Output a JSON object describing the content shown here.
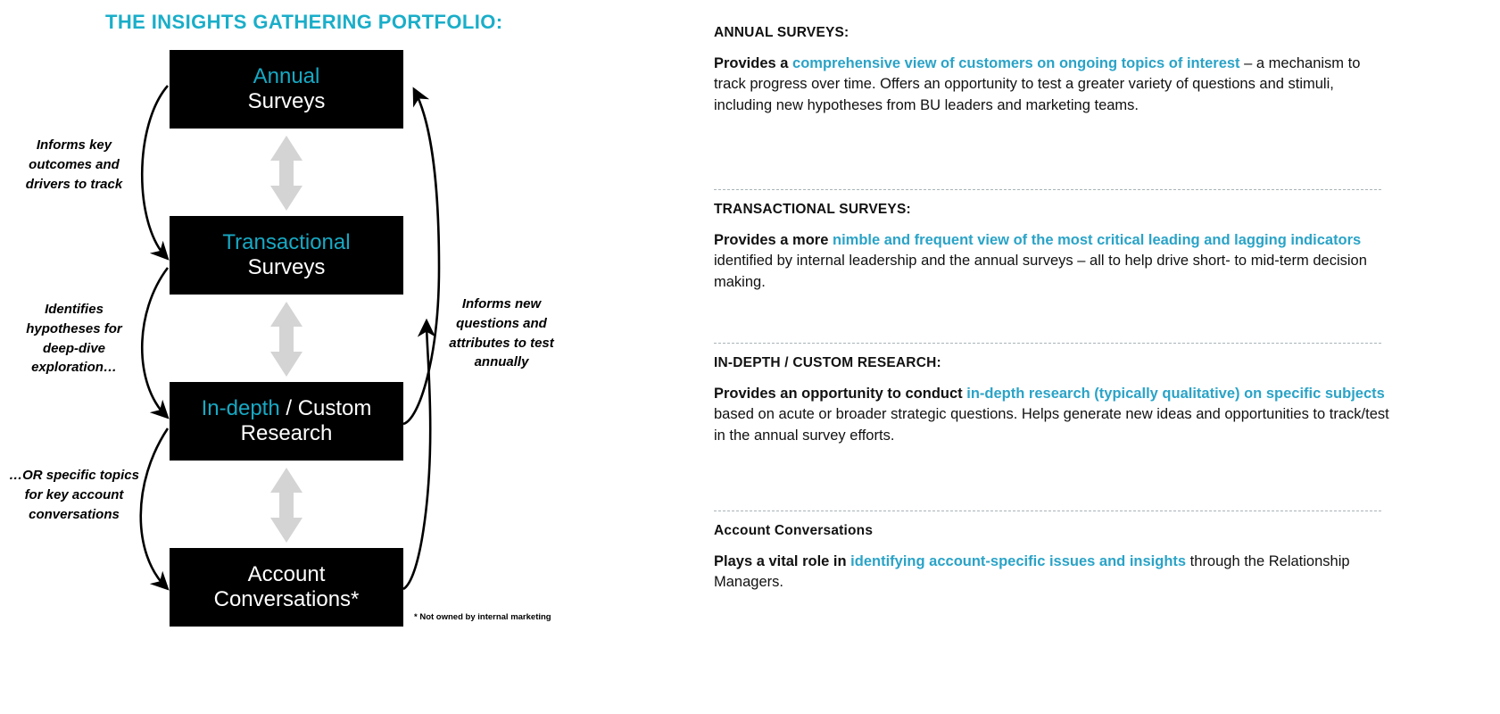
{
  "diagram": {
    "title": "THE INSIGHTS GATHERING PORTFOLIO:",
    "footnote": "* Not owned by internal marketing",
    "nodes": [
      {
        "line1": "Annual",
        "line2": "Surveys"
      },
      {
        "line1": "Transactional",
        "line2": "Surveys"
      },
      {
        "line1": "In-depth",
        "line1_suffix": " / Custom",
        "line2": "Research"
      },
      {
        "line1": "Account",
        "line2": "Conversations*"
      }
    ],
    "labels": {
      "left_1": "Informs key outcomes and drivers to track",
      "left_2": "Identifies hypotheses for deep-dive exploration…",
      "left_3": "…OR specific topics for key account conversations",
      "right_1": "Informs new questions and attributes to test annually"
    },
    "arrow_icons": [
      "double-headed-arrow",
      "double-headed-arrow",
      "double-headed-arrow"
    ]
  },
  "notes": [
    {
      "heading": "ANNUAL SURVEYS:",
      "lead": "Provides a ",
      "highlight": "comprehensive view of customers on ongoing topics of interest",
      "rest": " – a mechanism to track progress over time. Offers an opportunity to test a greater variety of questions and stimuli, including new hypotheses from BU leaders and marketing teams."
    },
    {
      "heading": "TRANSACTIONAL SURVEYS:",
      "lead": "Provides a more ",
      "highlight": "nimble and frequent view of the most critical leading and lagging indicators",
      "rest": " identified by internal leadership and the annual surveys – all to help drive short- to mid-term decision making."
    },
    {
      "heading": "IN-DEPTH / CUSTOM RESEARCH:",
      "lead": "Provides an opportunity to conduct ",
      "highlight": "in-depth research (typically qualitative) on specific subjects",
      "rest": " based on acute or broader strategic questions. Helps generate new ideas and opportunities to track/test in the annual survey efforts."
    },
    {
      "heading": "Account Conversations",
      "lead": "Plays a vital role in ",
      "highlight": "identifying account-specific issues and insights",
      "rest": " through the Relationship Managers."
    }
  ],
  "colors": {
    "accent": "#17a9c4",
    "title": "#1aaec9",
    "highlight": "#2aa3c7",
    "box_fill": "#000000",
    "arrow_grey": "#d4d4d4",
    "divider": "#a8b4b8"
  }
}
